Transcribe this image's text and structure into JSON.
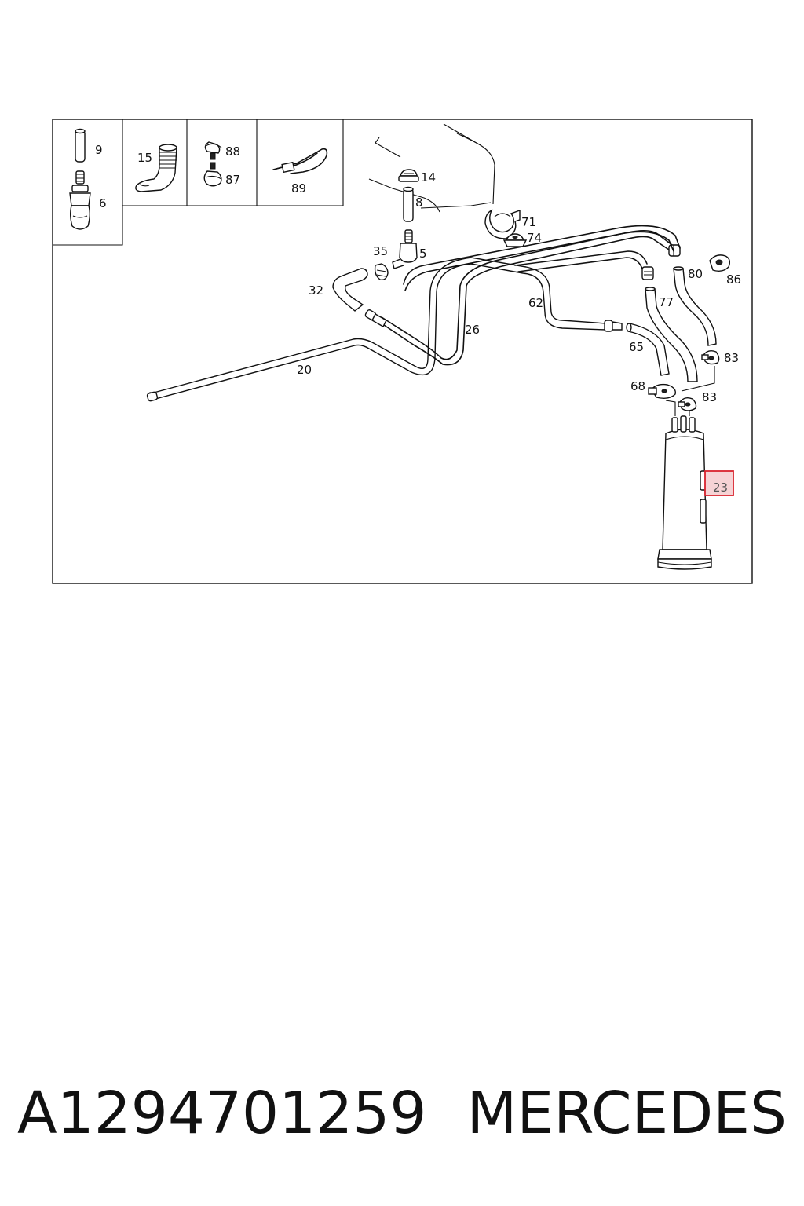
{
  "diagram": {
    "highlight_color": "#d9232e",
    "highlight_fill": "#f6d3d5",
    "highlighted_callout": "23",
    "inset_callouts": {
      "c9": "9",
      "c6": "6",
      "c15": "15",
      "c88": "88",
      "c87": "87",
      "c89": "89"
    },
    "callouts": {
      "c14": "14",
      "c8": "8",
      "c71": "71",
      "c74": "74",
      "c35": "35",
      "c5": "5",
      "c32": "32",
      "c80": "80",
      "c86": "86",
      "c77": "77",
      "c62": "62",
      "c26": "26",
      "c65": "65",
      "c83a": "83",
      "c20": "20",
      "c68": "68",
      "c83b": "83",
      "c23": "23"
    }
  },
  "footer": {
    "part_number": "A1294701259",
    "brand": "MERCEDES"
  }
}
